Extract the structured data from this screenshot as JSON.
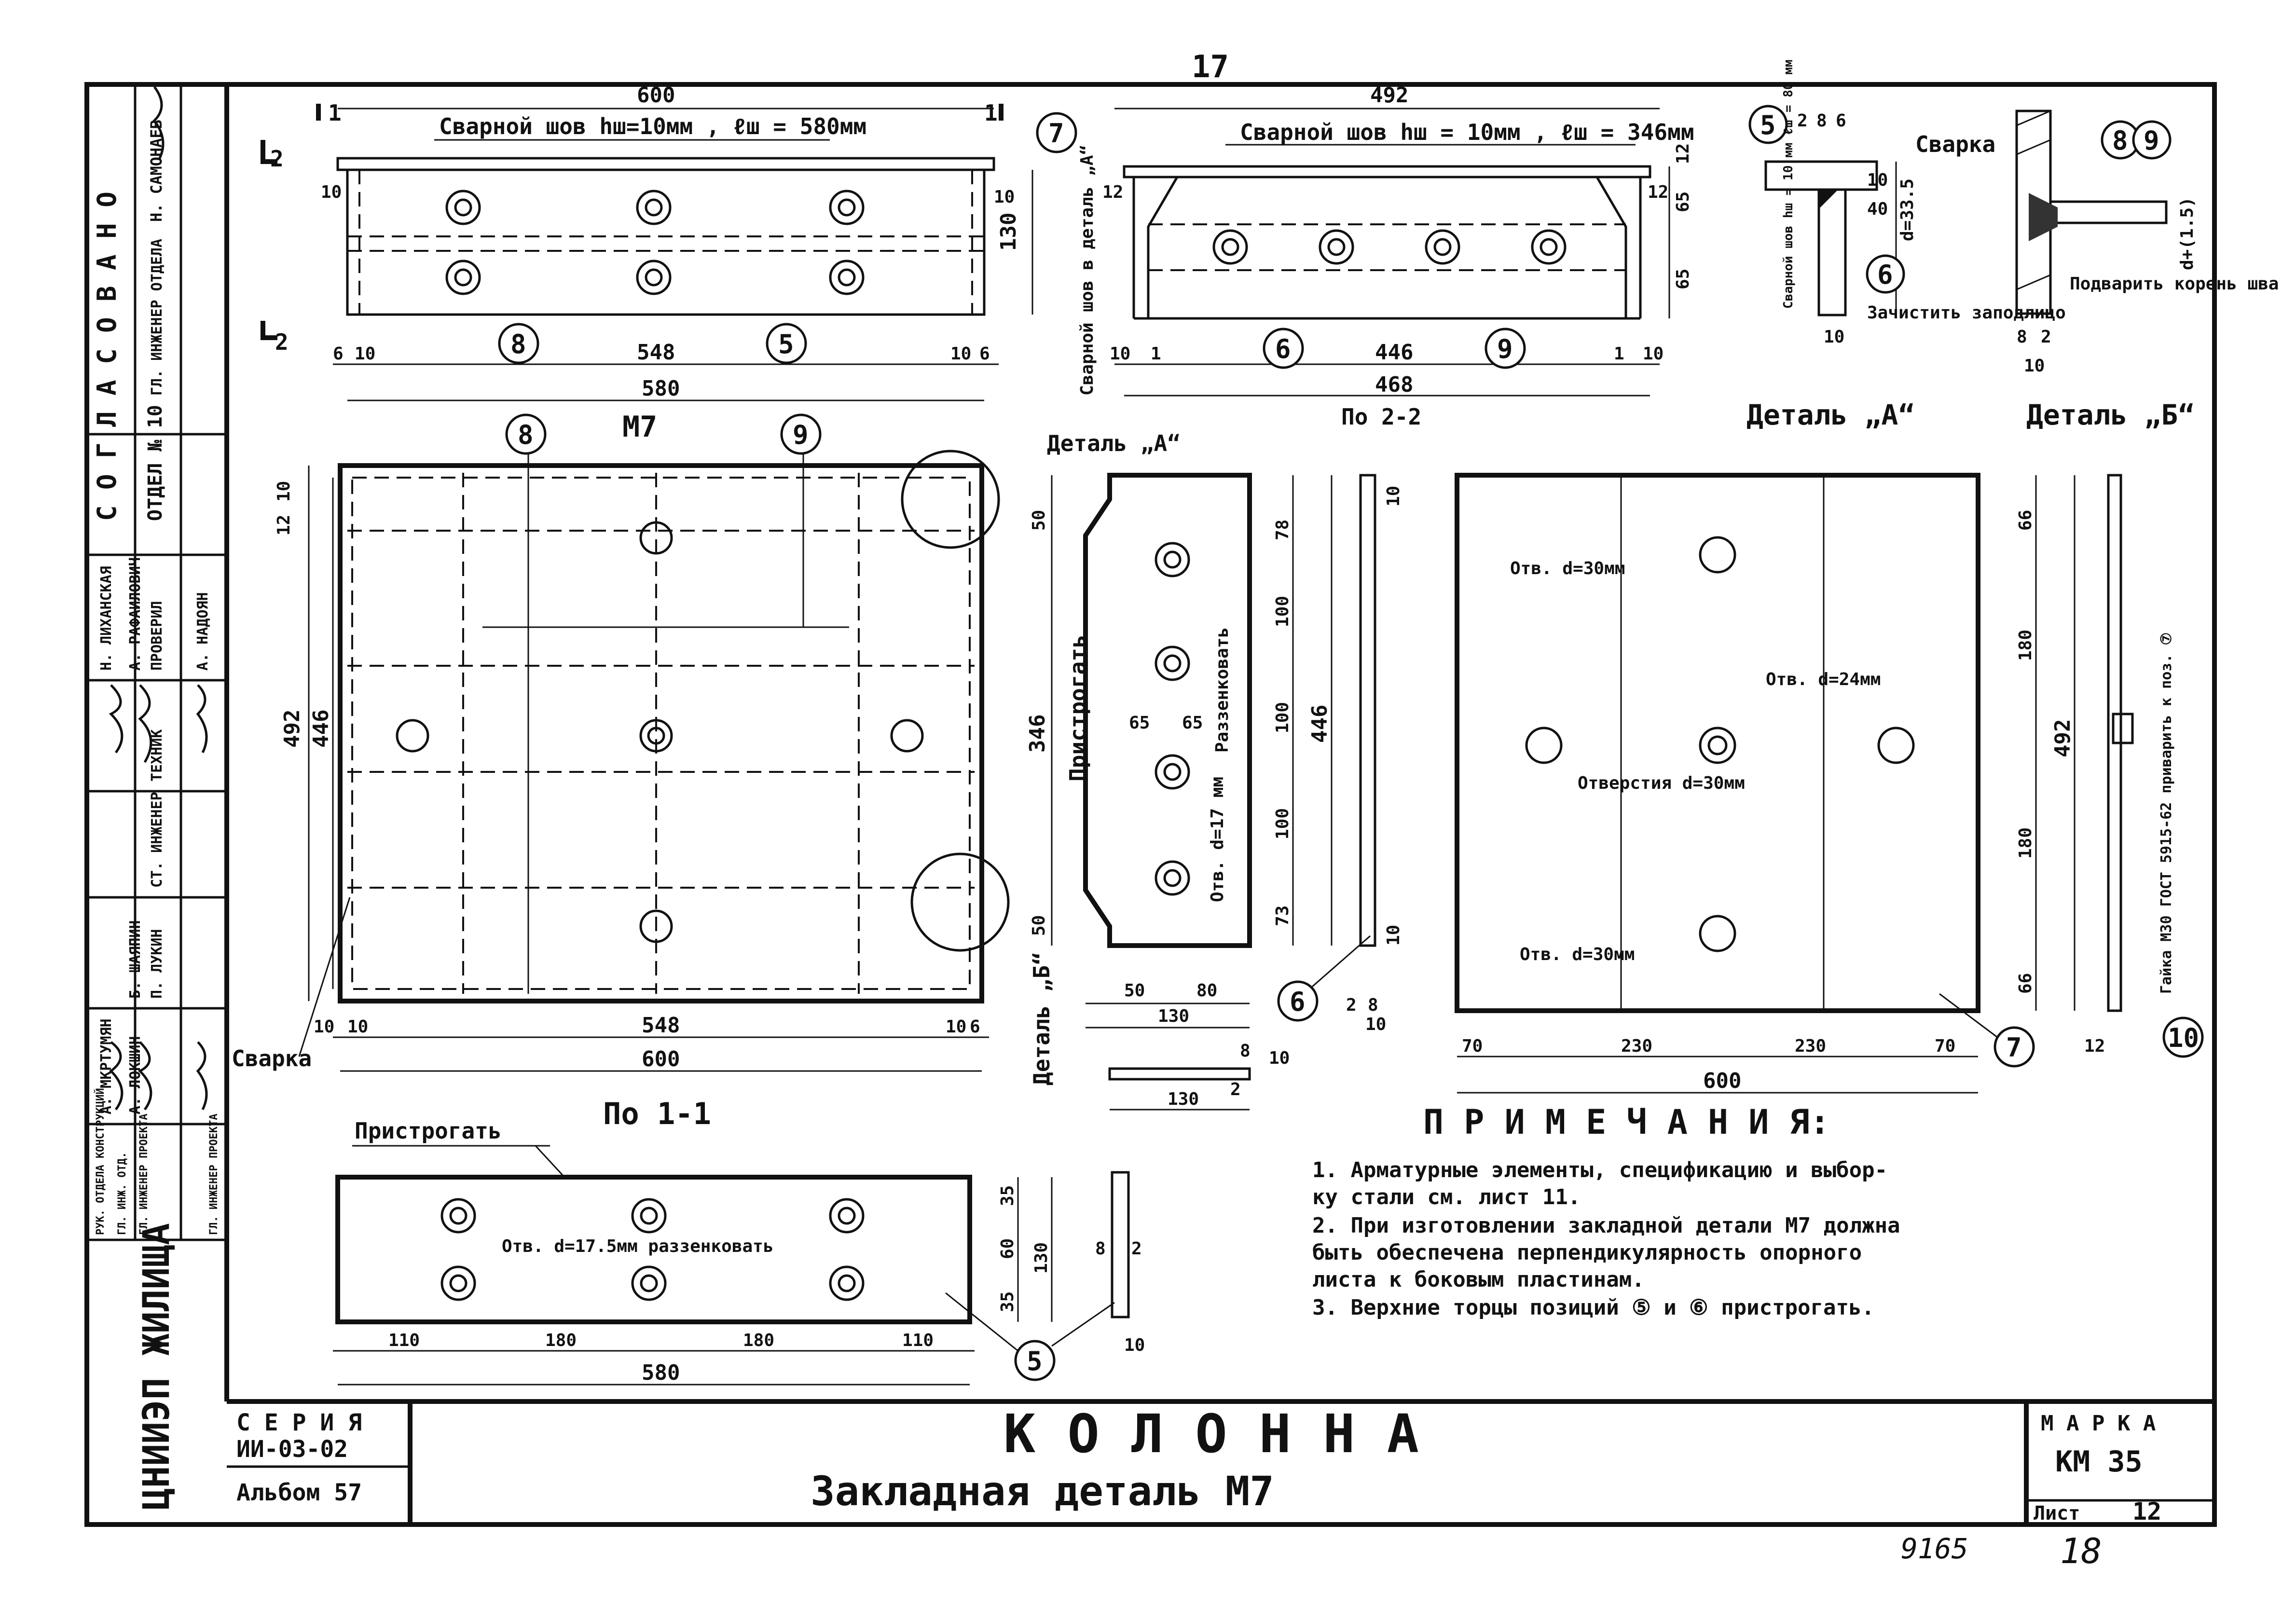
{
  "page_number_top": "17",
  "sheet_bottom_numbers": [
    "9165",
    "18"
  ],
  "left_strip": {
    "approval_title": "С О Г Л А С О В А Н О",
    "approval_dept": "ОТДЕЛ № 10",
    "approval_roles": [
      "ГЛ. ИНЖЕНЕР ОТДЕЛА"
    ],
    "approval_names": [
      "Н. САМОНАЕВ"
    ],
    "staff_roles": [
      "СТ. ИНЖЕНЕР",
      "ТЕХНИК",
      "ПРОВЕРИЛ"
    ],
    "staff_names": [
      "А. МКРТУМЯН",
      "Б. ШАЯПИН",
      "А. ЛОКШИН",
      "П. ЛУКИН",
      "Н. ЛИХАНСКАЯ",
      "А. РАФАИЛОВИЧ",
      "А. НАДОЯН"
    ],
    "head_roles": [
      "РУК. ОТДЕЛА КОНСТРУКЦИЙ",
      "ГЛ. ИНЖ. ОТД.",
      "ГЛ. ИНЖЕНЕР ПРОЕКТА",
      "ГЛ. ИНЖЕНЕР ПРОЕКТА"
    ],
    "institute": "ЦНИИЭП ЖИЛИЩА"
  },
  "views": {
    "top_left": {
      "weld_note": "Сварной шов hш=10мм , ℓш = 580мм",
      "dims_top": "600",
      "dims_bottom": [
        "6",
        "10",
        "548",
        "10",
        "6"
      ],
      "dims_overall": "580",
      "side_dims": [
        "10",
        "10",
        "130"
      ],
      "section_marks": [
        "1",
        "1",
        "2",
        "2"
      ]
    },
    "top_middle": {
      "weld_note": "Сварной шов hш = 10мм , ℓш = 346мм",
      "dims_top": "492",
      "dims_bottom": [
        "10",
        "1",
        "446",
        "1",
        "10"
      ],
      "dims_overall": "468",
      "side_dims": [
        "12",
        "65",
        "65",
        "12",
        "12"
      ],
      "vertical_note": "Сварной шов в деталь „А“",
      "caption": "По 2-2"
    },
    "detail_a": {
      "label": "Деталь „А“",
      "note_weld": "Сварка",
      "note_clean": "Зачистить заподлицо",
      "vertical_note": "Сварной шов hш = 10 мм ℓш = 80 мм",
      "dims": [
        "2",
        "8",
        "6",
        "10",
        "40",
        "10"
      ],
      "diam": "d=33.5"
    },
    "detail_b": {
      "label": "Деталь „Б“",
      "note_weld": "Подварить корень шва",
      "dims": [
        "8",
        "2",
        "10"
      ],
      "diam": "d+(1.5)"
    },
    "plan_m7": {
      "caption": "М7",
      "detail_a_tag": "Деталь „А“",
      "detail_b_tag": "Деталь „Б“",
      "weld_tag": "Сварка",
      "dims_bottom": [
        "10",
        "10",
        "548",
        "10",
        "6"
      ],
      "dims_overall": "600",
      "side_dims": [
        "492",
        "446",
        "10",
        "12"
      ],
      "section_caption": "По 1-1"
    },
    "side_plate": {
      "planing_note": "Пристрогать",
      "countersink_note": "Раззенковать",
      "hole_note": "Отв. d=17 мм",
      "dims_left": [
        "50",
        "346",
        "50"
      ],
      "dims_right": [
        "78",
        "100",
        "100",
        "100",
        "73",
        "446"
      ],
      "dims_mid": [
        "65",
        "65"
      ],
      "dims_bottom": [
        "50",
        "80",
        "130"
      ],
      "edge_dims": [
        "10",
        "10",
        "2",
        "8",
        "10"
      ],
      "strip_dims": [
        "10",
        "2",
        "8",
        "130"
      ]
    },
    "base_plate": {
      "hole_notes": [
        "Отв. d=30мм",
        "Отв. d=24мм",
        "Отверстия d=30мм",
        "Отв. d=30мм"
      ],
      "dims_bottom": [
        "70",
        "230",
        "230",
        "70"
      ],
      "dims_overall": "600",
      "dims_right": [
        "66",
        "180",
        "180",
        "66",
        "492"
      ],
      "edge_dims": [
        "12"
      ],
      "nut_note": "Гайка М30 ГОСТ 5915-62 приварить к поз. ⑦"
    },
    "bottom_plate": {
      "planing_note": "Пристрогать",
      "hole_note": "Отв. d=17.5мм раззенковать",
      "dims_bottom": [
        "110",
        "180",
        "180",
        "110"
      ],
      "dims_overall": "580",
      "dims_right": [
        "35",
        "60",
        "35",
        "130"
      ],
      "side_dims": [
        "8",
        "2",
        "10"
      ]
    }
  },
  "bubbles": [
    "7",
    "8",
    "5",
    "6",
    "9",
    "5",
    "8",
    "9",
    "8",
    "9",
    "6",
    "7",
    "10",
    "5"
  ],
  "notes": {
    "title": "П Р И М Е Ч А Н И Я:",
    "items": [
      "1.  Арматурные элементы, спецификацию и выбор-\n     ку стали см. лист 11.",
      "2.  При изготовлении закладной детали М7 должна\n     быть обеспечена перпендикулярность опорного\n     листа к боковым пластинам.",
      "3.  Верхние торцы позиций ⑤ и ⑥ пристрогать."
    ]
  },
  "title_block": {
    "series_label": "С Е Р И Я",
    "series_value": "ИИ-03-02",
    "album": "Альбом 57",
    "title_main": "К О Л О Н Н А",
    "title_sub": "Закладная деталь М7",
    "mark_label": "М А Р К А",
    "mark_value": "КМ 35",
    "sheet_label": "Лист",
    "sheet_value": "12"
  }
}
